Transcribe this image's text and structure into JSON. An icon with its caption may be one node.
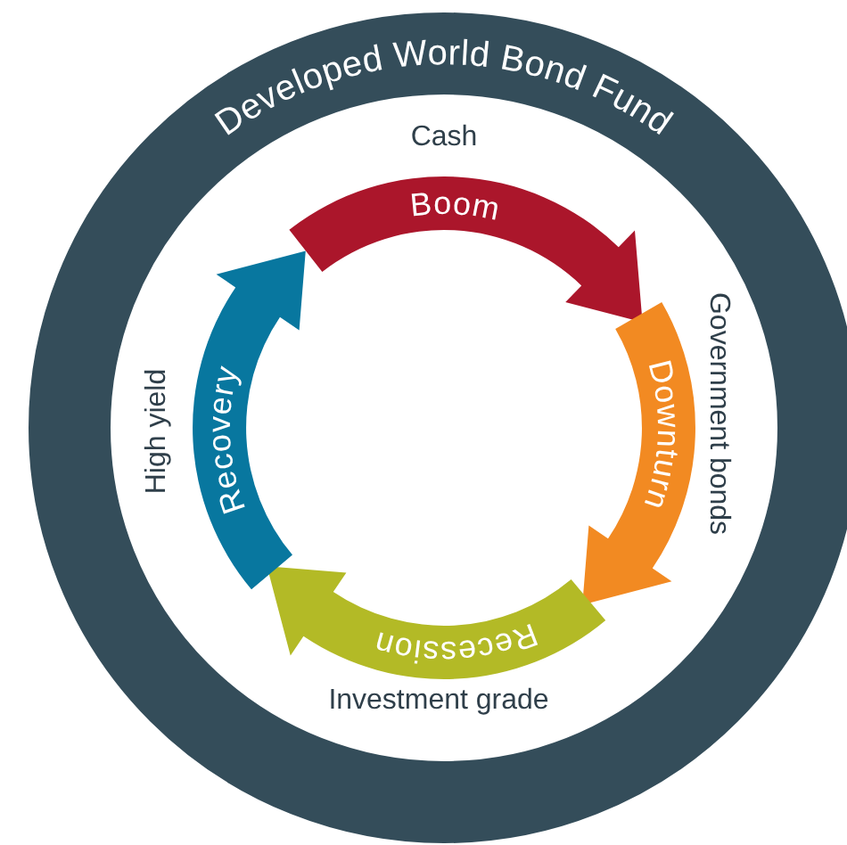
{
  "diagram": {
    "nodes": [
      {
        "text": [
          "Developed World Bond Fund"
        ]
      },
      {
        "text": [
          "Boom"
        ],
        "in": 0
      },
      {
        "text": [
          "Downturn"
        ],
        "in": 0
      },
      {
        "text": [
          "Recession"
        ],
        "in": 0
      },
      {
        "text": [
          "Recovery"
        ],
        "in": 0
      }
    ],
    "labels": [
      "Cash",
      "Government bonds",
      "Investment grade",
      "High yield"
    ]
  }
}
